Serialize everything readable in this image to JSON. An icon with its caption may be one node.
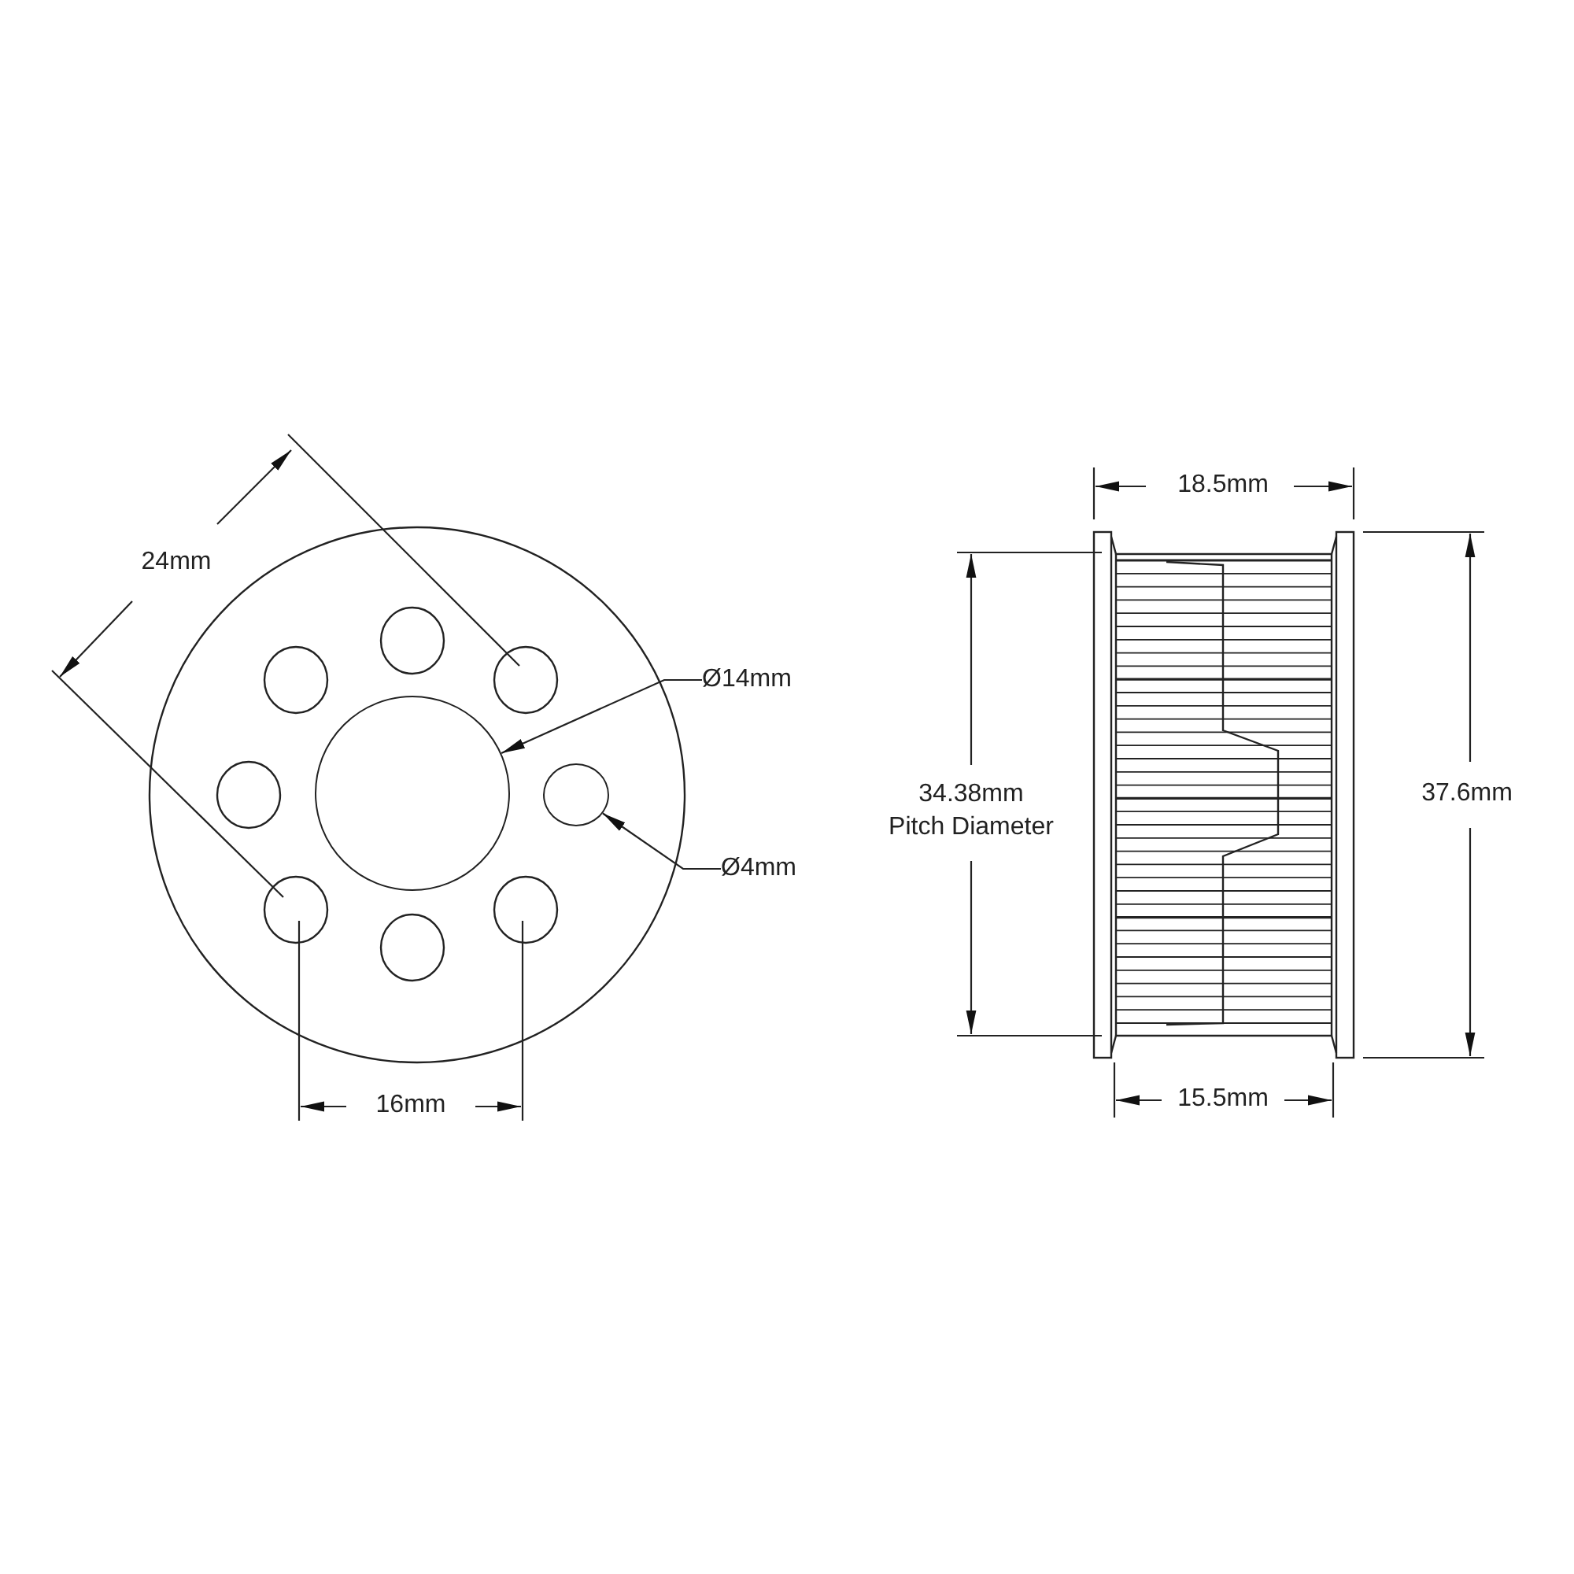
{
  "diagram": {
    "nodes": [
      {
        "text": [
          "Ø14mm"
        ]
      },
      {
        "text": [],
        "shape": "circle"
      },
      {
        "text": [
          "Ø4mm"
        ]
      },
      {
        "text": [],
        "shape": "circle"
      }
    ],
    "edges": [
      {
        "from": 0,
        "to": 1,
        "arrow": "to"
      },
      {
        "from": 2,
        "to": 3,
        "arrow": "to"
      }
    ],
    "labels": [
      "18.5mm",
      "24mm",
      "34.38mm Pitch Diameter",
      "37.6mm",
      "16mm",
      "15.5mm"
    ]
  }
}
